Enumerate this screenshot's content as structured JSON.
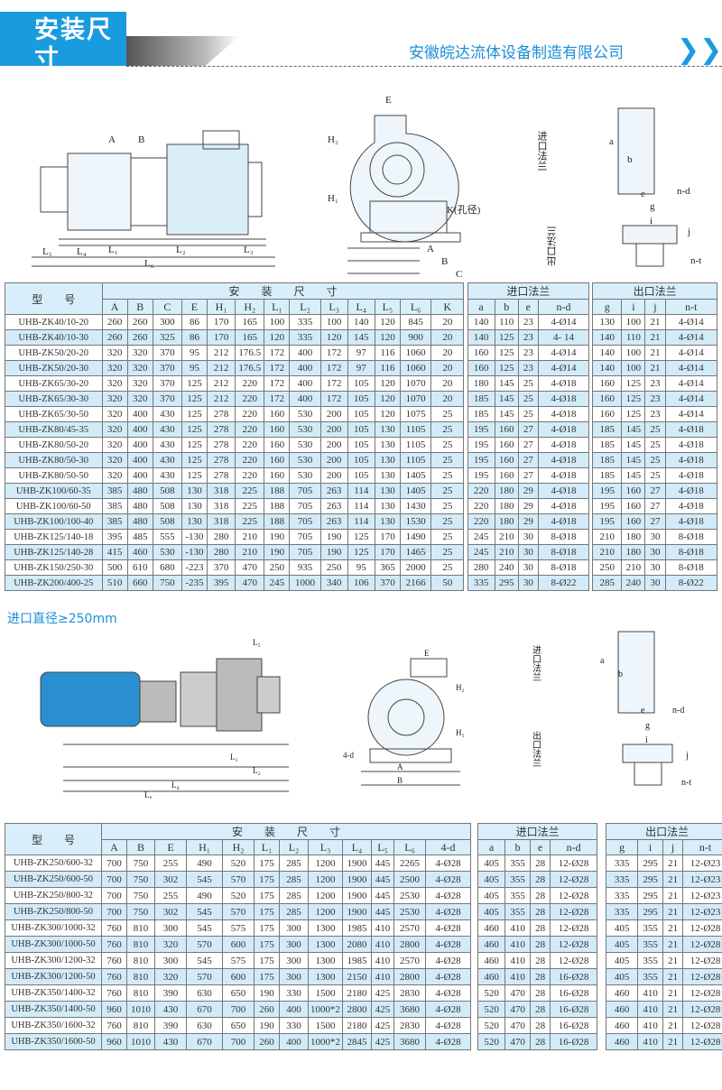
{
  "header": {
    "title": "安装尺寸",
    "subtitle": "INSTALLATION SIZE",
    "company": "安徽皖达流体设备制造有限公司",
    "chevrons": "❯❯"
  },
  "drawing_labels": {
    "A": "A",
    "B": "B",
    "C": "C",
    "E": "E",
    "H1": "H₁",
    "H2": "H₂",
    "L1": "L₁",
    "L2": "L₂",
    "L3": "L₃",
    "L4": "L₄",
    "L5": "L₅",
    "L6": "L₆",
    "K": "K(孔径)",
    "inlet": "进口法兰",
    "outlet": "出口法兰",
    "a": "a",
    "b": "b",
    "e": "e",
    "nd": "n-d",
    "g": "g",
    "i": "i",
    "j": "j",
    "nt": "n-t",
    "fourd": "4-d"
  },
  "colors": {
    "brand": "#1a9be0",
    "row_alt": "#d3ebf9"
  },
  "table1": {
    "model_header": "型　　号",
    "group_header": "安　　装　　尺　　寸",
    "inlet_header": "进口法兰",
    "outlet_header": "出口法兰",
    "columns": [
      "A",
      "B",
      "C",
      "E",
      "H₁",
      "H₂",
      "L₁",
      "L₂",
      "L₃",
      "L₄",
      "L₅",
      "L₆",
      "K"
    ],
    "inlet_columns": [
      "a",
      "b",
      "e",
      "n-d"
    ],
    "outlet_columns": [
      "g",
      "i",
      "j",
      "n-t"
    ],
    "rows": [
      [
        "UHB-ZK40/10-20",
        "260",
        "260",
        "300",
        "86",
        "170",
        "165",
        "100",
        "335",
        "100",
        "140",
        "120",
        "845",
        "20",
        "140",
        "110",
        "23",
        "4-Ø14",
        "130",
        "100",
        "21",
        "4-Ø14"
      ],
      [
        "UHB-ZK40/10-30",
        "260",
        "260",
        "325",
        "86",
        "170",
        "165",
        "120",
        "335",
        "120",
        "145",
        "120",
        "900",
        "20",
        "140",
        "125",
        "23",
        "4-  14",
        "140",
        "110",
        "21",
        "4-Ø14"
      ],
      [
        "UHB-ZK50/20-20",
        "320",
        "320",
        "370",
        "95",
        "212",
        "176.5",
        "172",
        "400",
        "172",
        "97",
        "116",
        "1060",
        "20",
        "160",
        "125",
        "23",
        "4-Ø14",
        "140",
        "100",
        "21",
        "4-Ø14"
      ],
      [
        "UHB-ZK50/20-30",
        "320",
        "320",
        "370",
        "95",
        "212",
        "176.5",
        "172",
        "400",
        "172",
        "97",
        "116",
        "1060",
        "20",
        "160",
        "125",
        "23",
        "4-Ø14",
        "140",
        "100",
        "21",
        "4-Ø14"
      ],
      [
        "UHB-ZK65/30-20",
        "320",
        "320",
        "370",
        "125",
        "212",
        "220",
        "172",
        "400",
        "172",
        "105",
        "120",
        "1070",
        "20",
        "180",
        "145",
        "25",
        "4-Ø18",
        "160",
        "125",
        "23",
        "4-Ø14"
      ],
      [
        "UHB-ZK65/30-30",
        "320",
        "320",
        "370",
        "125",
        "212",
        "220",
        "172",
        "400",
        "172",
        "105",
        "120",
        "1070",
        "20",
        "185",
        "145",
        "25",
        "4-Ø18",
        "160",
        "125",
        "23",
        "4-Ø14"
      ],
      [
        "UHB-ZK65/30-50",
        "320",
        "400",
        "430",
        "125",
        "278",
        "220",
        "160",
        "530",
        "200",
        "105",
        "120",
        "1075",
        "25",
        "185",
        "145",
        "25",
        "4-Ø18",
        "160",
        "125",
        "23",
        "4-Ø14"
      ],
      [
        "UHB-ZK80/45-35",
        "320",
        "400",
        "430",
        "125",
        "278",
        "220",
        "160",
        "530",
        "200",
        "105",
        "130",
        "1105",
        "25",
        "195",
        "160",
        "27",
        "4-Ø18",
        "185",
        "145",
        "25",
        "4-Ø18"
      ],
      [
        "UHB-ZK80/50-20",
        "320",
        "400",
        "430",
        "125",
        "278",
        "220",
        "160",
        "530",
        "200",
        "105",
        "130",
        "1105",
        "25",
        "195",
        "160",
        "27",
        "4-Ø18",
        "185",
        "145",
        "25",
        "4-Ø18"
      ],
      [
        "UHB-ZK80/50-30",
        "320",
        "400",
        "430",
        "125",
        "278",
        "220",
        "160",
        "530",
        "200",
        "105",
        "130",
        "1105",
        "25",
        "195",
        "160",
        "27",
        "4-Ø18",
        "185",
        "145",
        "25",
        "4-Ø18"
      ],
      [
        "UHB-ZK80/50-50",
        "320",
        "400",
        "430",
        "125",
        "278",
        "220",
        "160",
        "530",
        "200",
        "105",
        "130",
        "1405",
        "25",
        "195",
        "160",
        "27",
        "4-Ø18",
        "185",
        "145",
        "25",
        "4-Ø18"
      ],
      [
        "UHB-ZK100/60-35",
        "385",
        "480",
        "508",
        "130",
        "318",
        "225",
        "188",
        "705",
        "263",
        "114",
        "130",
        "1405",
        "25",
        "220",
        "180",
        "29",
        "4-Ø18",
        "195",
        "160",
        "27",
        "4-Ø18"
      ],
      [
        "UHB-ZK100/60-50",
        "385",
        "480",
        "508",
        "130",
        "318",
        "225",
        "188",
        "705",
        "263",
        "114",
        "130",
        "1430",
        "25",
        "220",
        "180",
        "29",
        "4-Ø18",
        "195",
        "160",
        "27",
        "4-Ø18"
      ],
      [
        "UHB-ZK100/100-40",
        "385",
        "480",
        "508",
        "130",
        "318",
        "225",
        "188",
        "705",
        "263",
        "114",
        "130",
        "1530",
        "25",
        "220",
        "180",
        "29",
        "4-Ø18",
        "195",
        "160",
        "27",
        "4-Ø18"
      ],
      [
        "UHB-ZK125/140-18",
        "395",
        "485",
        "555",
        "-130",
        "280",
        "210",
        "190",
        "705",
        "190",
        "125",
        "170",
        "1490",
        "25",
        "245",
        "210",
        "30",
        "8-Ø18",
        "210",
        "180",
        "30",
        "8-Ø18"
      ],
      [
        "UHB-ZK125/140-28",
        "415",
        "460",
        "530",
        "-130",
        "280",
        "210",
        "190",
        "705",
        "190",
        "125",
        "170",
        "1465",
        "25",
        "245",
        "210",
        "30",
        "8-Ø18",
        "210",
        "180",
        "30",
        "8-Ø18"
      ],
      [
        "UHB-ZK150/250-30",
        "500",
        "610",
        "680",
        "-223",
        "370",
        "470",
        "250",
        "935",
        "250",
        "95",
        "365",
        "2000",
        "25",
        "280",
        "240",
        "30",
        "8-Ø18",
        "250",
        "210",
        "30",
        "8-Ø18"
      ],
      [
        "UHB-ZK200/400-25",
        "510",
        "660",
        "750",
        "-235",
        "395",
        "470",
        "245",
        "1000",
        "340",
        "106",
        "370",
        "2166",
        "50",
        "335",
        "295",
        "30",
        "8-Ø22",
        "285",
        "240",
        "30",
        "8-Ø22"
      ]
    ]
  },
  "section2_label": "进口直径≥250mm",
  "table2": {
    "model_header": "型　　号",
    "group_header": "安　　装　　尺　　寸",
    "inlet_header": "进口法兰",
    "outlet_header": "出口法兰",
    "columns": [
      "A",
      "B",
      "E",
      "H₁",
      "H₂",
      "L₁",
      "L₂",
      "L₃",
      "L₄",
      "L₅",
      "L₆",
      "4-d"
    ],
    "inlet_columns": [
      "a",
      "b",
      "e",
      "n-d"
    ],
    "outlet_columns": [
      "g",
      "i",
      "j",
      "n-t"
    ],
    "rows": [
      [
        "UHB-ZK250/600-32",
        "700",
        "750",
        "255",
        "490",
        "520",
        "175",
        "285",
        "1200",
        "1900",
        "445",
        "2265",
        "4-Ø28",
        "405",
        "355",
        "28",
        "12-Ø28",
        "335",
        "295",
        "21",
        "12-Ø23"
      ],
      [
        "UHB-ZK250/600-50",
        "700",
        "750",
        "302",
        "545",
        "570",
        "175",
        "285",
        "1200",
        "1900",
        "445",
        "2500",
        "4-Ø28",
        "405",
        "355",
        "28",
        "12-Ø28",
        "335",
        "295",
        "21",
        "12-Ø23"
      ],
      [
        "UHB-ZK250/800-32",
        "700",
        "750",
        "255",
        "490",
        "520",
        "175",
        "285",
        "1200",
        "1900",
        "445",
        "2530",
        "4-Ø28",
        "405",
        "355",
        "28",
        "12-Ø28",
        "335",
        "295",
        "21",
        "12-Ø23"
      ],
      [
        "UHB-ZK250/800-50",
        "700",
        "750",
        "302",
        "545",
        "570",
        "175",
        "285",
        "1200",
        "1900",
        "445",
        "2530",
        "4-Ø28",
        "405",
        "355",
        "28",
        "12-Ø28",
        "335",
        "295",
        "21",
        "12-Ø23"
      ],
      [
        "UHB-ZK300/1000-32",
        "760",
        "810",
        "300",
        "545",
        "575",
        "175",
        "300",
        "1300",
        "1985",
        "410",
        "2570",
        "4-Ø28",
        "460",
        "410",
        "28",
        "12-Ø28",
        "405",
        "355",
        "21",
        "12-Ø28"
      ],
      [
        "UHB-ZK300/1000-50",
        "760",
        "810",
        "320",
        "570",
        "600",
        "175",
        "300",
        "1300",
        "2080",
        "410",
        "2800",
        "4-Ø28",
        "460",
        "410",
        "28",
        "12-Ø28",
        "405",
        "355",
        "21",
        "12-Ø28"
      ],
      [
        "UHB-ZK300/1200-32",
        "760",
        "810",
        "300",
        "545",
        "575",
        "175",
        "300",
        "1300",
        "1985",
        "410",
        "2570",
        "4-Ø28",
        "460",
        "410",
        "28",
        "12-Ø28",
        "405",
        "355",
        "21",
        "12-Ø28"
      ],
      [
        "UHB-ZK300/1200-50",
        "760",
        "810",
        "320",
        "570",
        "600",
        "175",
        "300",
        "1300",
        "2150",
        "410",
        "2800",
        "4-Ø28",
        "460",
        "410",
        "28",
        "16-Ø28",
        "405",
        "355",
        "21",
        "12-Ø28"
      ],
      [
        "UHB-ZK350/1400-32",
        "760",
        "810",
        "390",
        "630",
        "650",
        "190",
        "330",
        "1500",
        "2180",
        "425",
        "2830",
        "4-Ø28",
        "520",
        "470",
        "28",
        "16-Ø28",
        "460",
        "410",
        "21",
        "12-Ø28"
      ],
      [
        "UHB-ZK350/1400-50",
        "960",
        "1010",
        "430",
        "670",
        "700",
        "260",
        "400",
        "1000*2",
        "2800",
        "425",
        "3680",
        "4-Ø28",
        "520",
        "470",
        "28",
        "16-Ø28",
        "460",
        "410",
        "21",
        "12-Ø28"
      ],
      [
        "UHB-ZK350/1600-32",
        "760",
        "810",
        "390",
        "630",
        "650",
        "190",
        "330",
        "1500",
        "2180",
        "425",
        "2830",
        "4-Ø28",
        "520",
        "470",
        "28",
        "16-Ø28",
        "460",
        "410",
        "21",
        "12-Ø28"
      ],
      [
        "UHB-ZK350/1600-50",
        "960",
        "1010",
        "430",
        "670",
        "700",
        "260",
        "400",
        "1000*2",
        "2845",
        "425",
        "3680",
        "4-Ø28",
        "520",
        "470",
        "28",
        "16-Ø28",
        "460",
        "410",
        "21",
        "12-Ø28"
      ]
    ]
  }
}
